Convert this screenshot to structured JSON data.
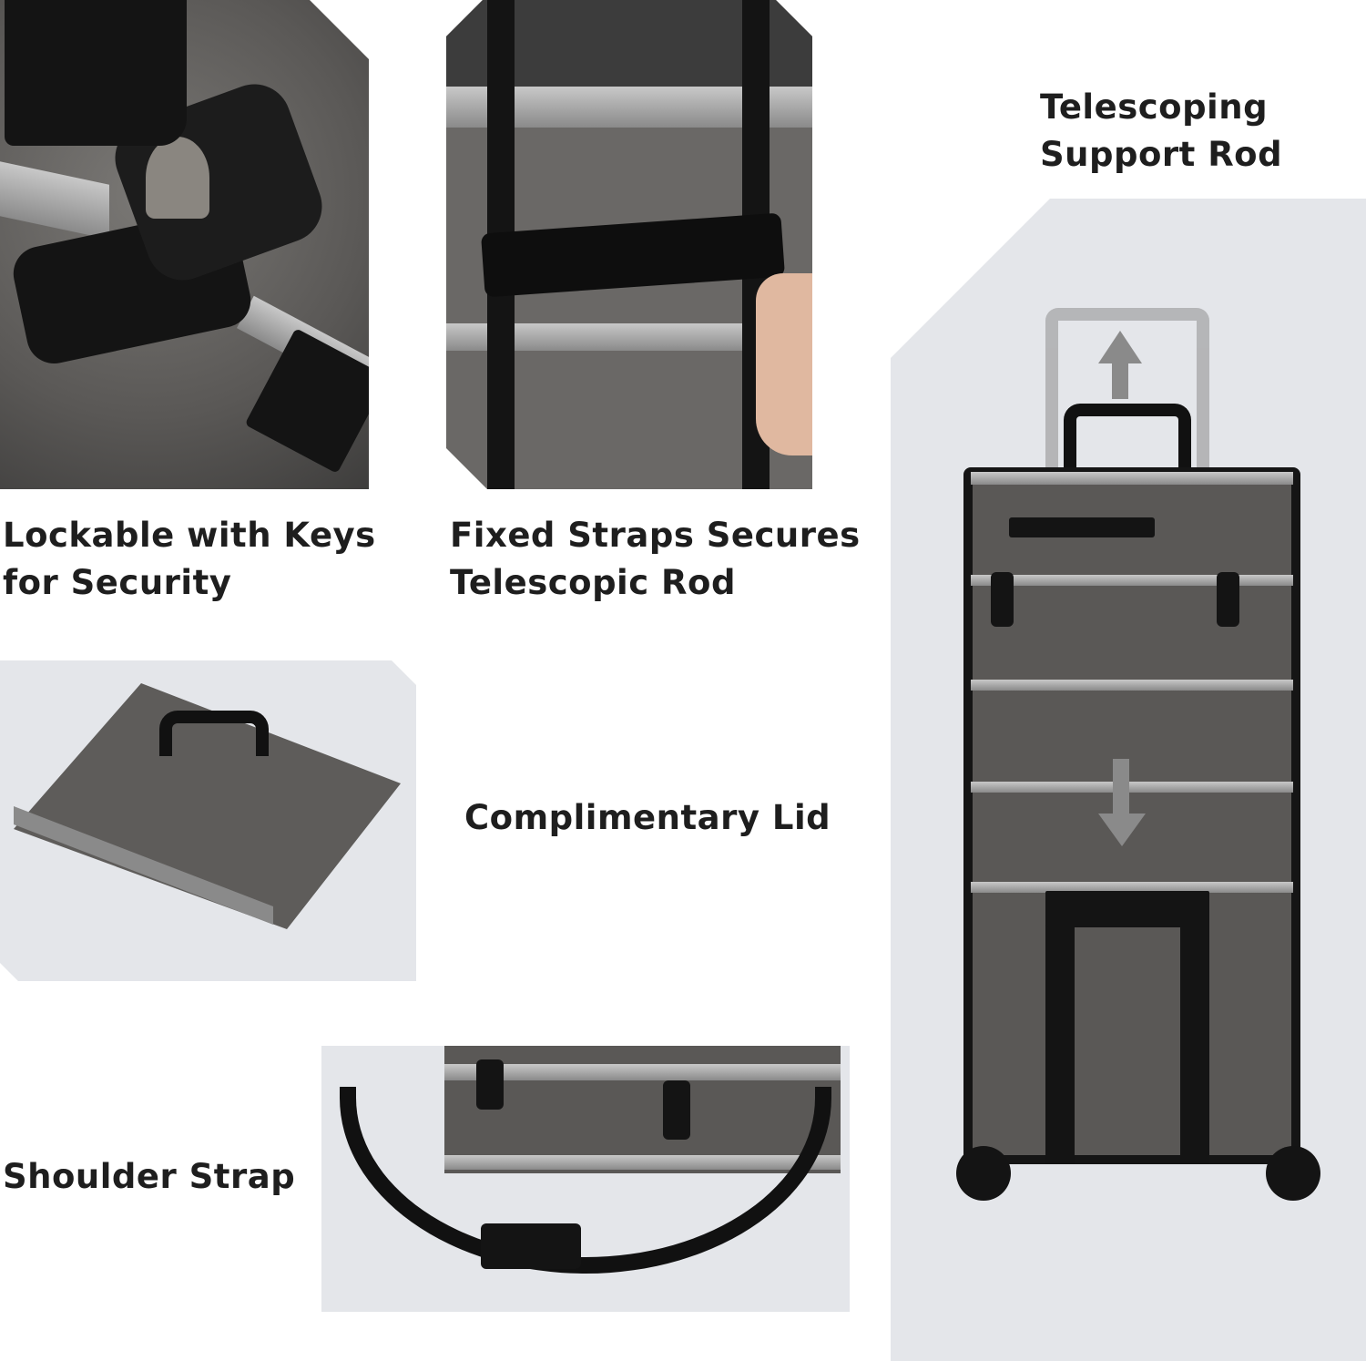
{
  "captions": {
    "lock": [
      "Lockable with Keys",
      "for Security"
    ],
    "straps": [
      "Fixed Straps Secures",
      "Telescopic Rod"
    ],
    "lid": "Complimentary Lid",
    "shoulder": "Shoulder Strap",
    "rod": [
      "Telescoping",
      "Support Rod"
    ]
  },
  "colors": {
    "panel_bg": "#e4e6ea",
    "text": "#1e1e1e",
    "case_gray": "#5a5856"
  }
}
